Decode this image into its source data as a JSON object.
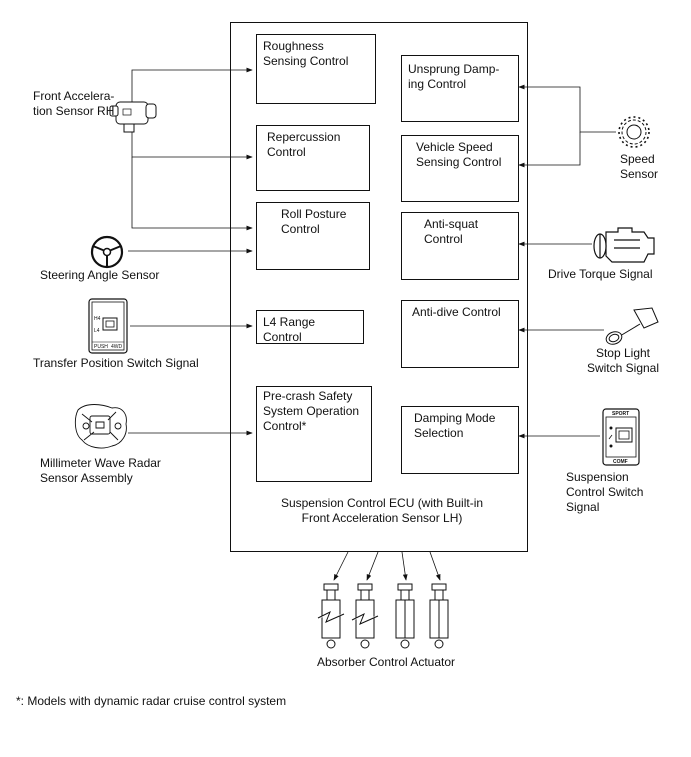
{
  "ecu": {
    "caption": "Suspension Control ECU (with Built-in\nFront Acceleration Sensor LH)"
  },
  "left_controls": [
    "Roughness\nSensing Control",
    "Repercussion\nControl",
    "Roll Posture\nControl",
    "L4 Range Control",
    "Pre-crash Safety\nSystem Operation\nControl*"
  ],
  "right_controls": [
    "Unsprung Damp-\ning Control",
    "Vehicle Speed\nSensing Control",
    "Anti-squat\nControl",
    "Anti-dive Control",
    "Damping Mode\nSelection"
  ],
  "inputs": {
    "front_accel": "Front Accelera-\ntion Sensor RH",
    "steering": "Steering Angle Sensor",
    "transfer": "Transfer Position Switch Signal",
    "radar": "Millimeter Wave Radar\nSensor Assembly",
    "speed": "Speed\nSensor",
    "drive_torque": "Drive Torque Signal",
    "stop_light": "Stop Light\nSwitch Signal",
    "suspension_switch": "Suspension\nControl Switch\nSignal"
  },
  "switch_labels": {
    "transfer_h4": "H4",
    "transfer_l4": "L4",
    "transfer_push": "PUSH",
    "transfer_4wd": "4WD",
    "susp_sport": "SPORT",
    "susp_comf": "COMF"
  },
  "output": "Absorber Control Actuator",
  "footnote": "*: Models with dynamic radar cruise control system"
}
